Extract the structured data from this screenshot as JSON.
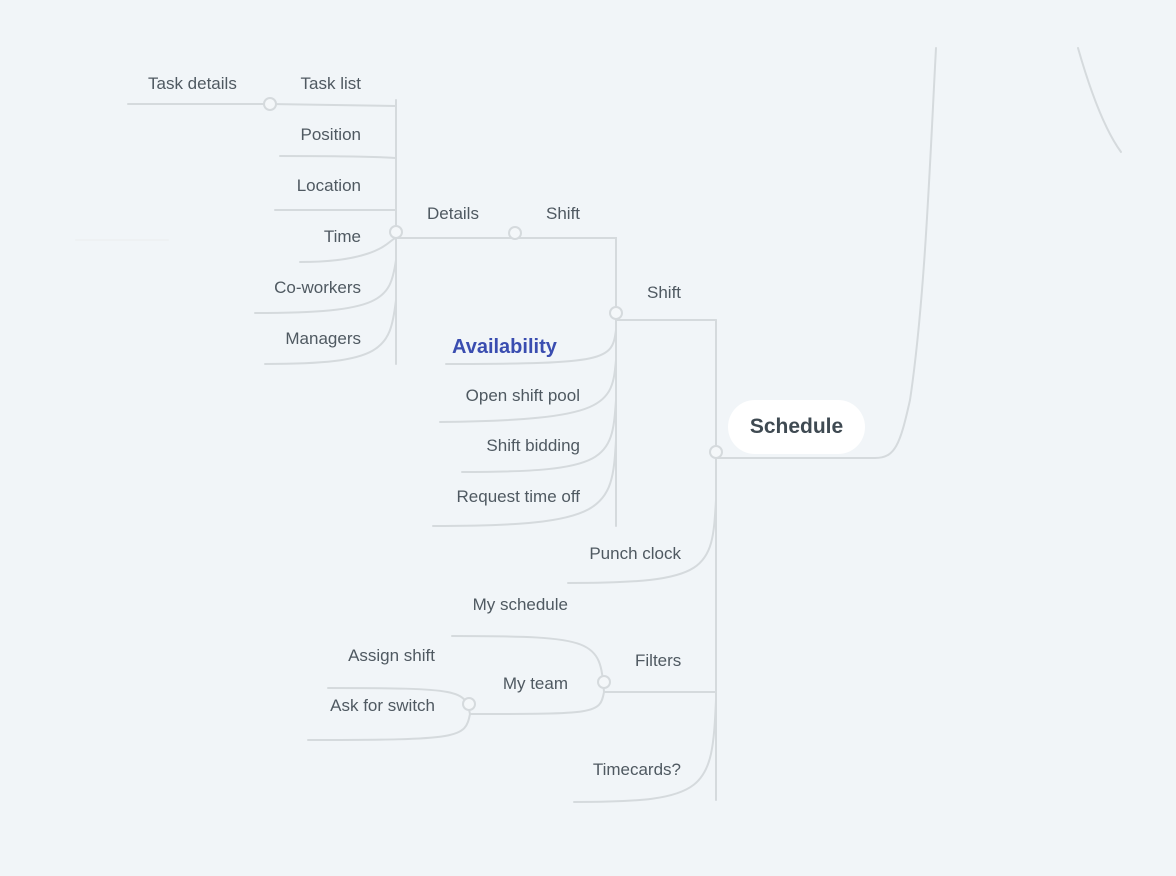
{
  "root": {
    "label": "Schedule"
  },
  "nodes": {
    "shift_group": "Shift",
    "shift_sub": "Shift",
    "details": "Details",
    "task_list": "Task list",
    "task_details": "Task details",
    "position": "Position",
    "location": "Location",
    "time": "Time",
    "co_workers": "Co-workers",
    "managers": "Managers",
    "availability": "Availability",
    "open_shift_pool": "Open shift pool",
    "shift_bidding": "Shift bidding",
    "request_time_off": "Request time off",
    "punch_clock": "Punch clock",
    "filters": "Filters",
    "my_schedule": "My schedule",
    "my_team": "My team",
    "assign_shift": "Assign shift",
    "ask_for_switch": "Ask for switch",
    "timecards": "Timecards?"
  },
  "colors": {
    "line": "#d5dadd",
    "background": "#f1f5f8",
    "highlight": "#3a4db0",
    "text": "#4f5961"
  }
}
